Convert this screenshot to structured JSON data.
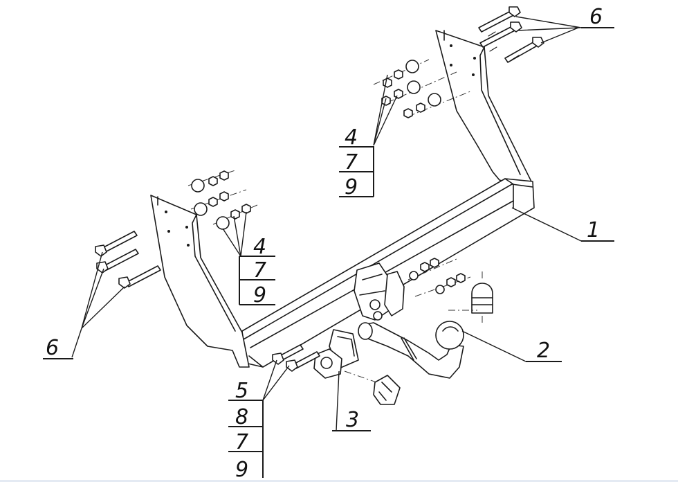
{
  "labels": {
    "main_beam": "1",
    "ball": "2",
    "socket_plate": "3",
    "bolt_group_left": "6",
    "bolt_group_right": "6",
    "stack_left": [
      "4",
      "7",
      "9"
    ],
    "stack_right": [
      "4",
      "7",
      "9"
    ],
    "stack_bottom": [
      "5",
      "8",
      "7",
      "9"
    ]
  },
  "colors": {
    "ink": "#1a1a1a",
    "paper": "#ffffff"
  }
}
